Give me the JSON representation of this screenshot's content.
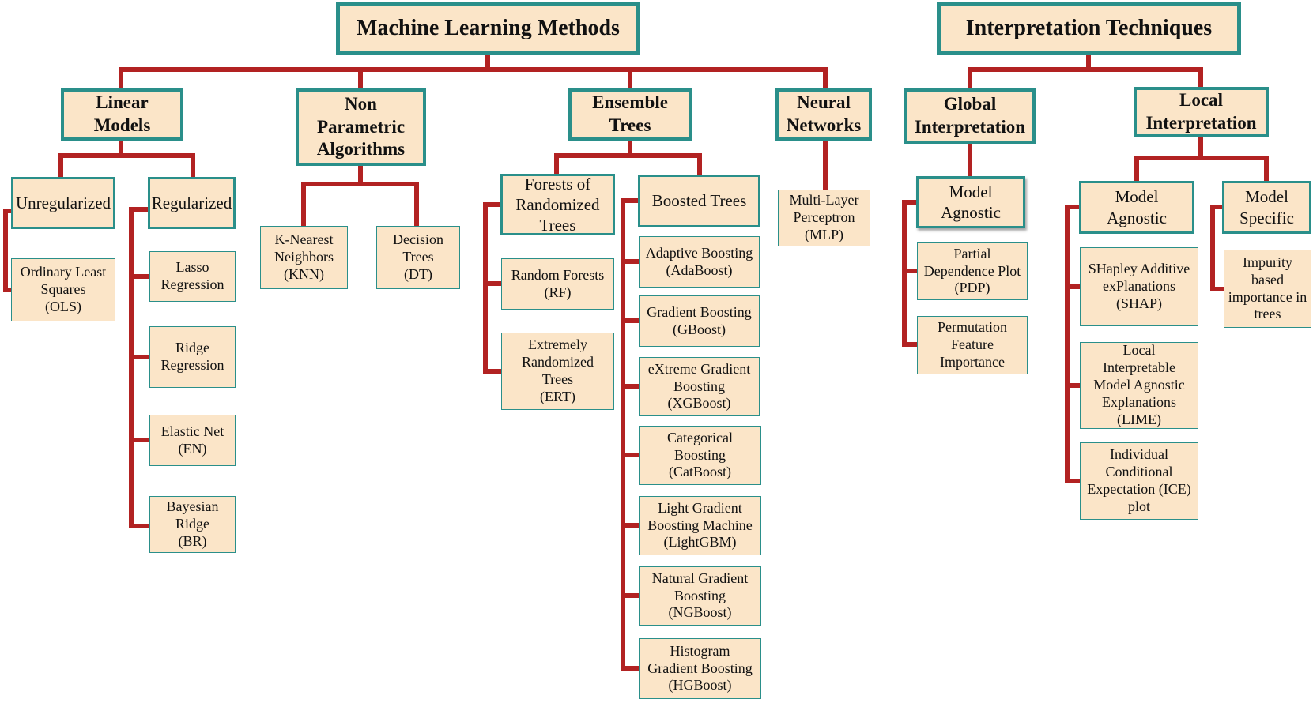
{
  "diagram": {
    "line_color": "#b22222",
    "border_color": "#2a8f8a",
    "box_fill": "#fbe5c8",
    "ml_methods": {
      "title": "Machine Learning Methods",
      "linear_models": {
        "title": "Linear\nModels",
        "unregularized": {
          "title": "Unregularized",
          "items": [
            "Ordinary Least\nSquares\n(OLS)"
          ]
        },
        "regularized": {
          "title": "Regularized",
          "items": [
            "Lasso\nRegression",
            "Ridge\nRegression",
            "Elastic Net\n(EN)",
            "Bayesian\nRidge\n(BR)"
          ]
        }
      },
      "non_parametric": {
        "title": "Non\nParametric\nAlgorithms",
        "items": [
          "K-Nearest\nNeighbors\n(KNN)",
          "Decision\nTrees\n(DT)"
        ]
      },
      "ensemble_trees": {
        "title": "Ensemble\nTrees",
        "forests": {
          "title": "Forests of\nRandomized\nTrees",
          "items": [
            "Random Forests\n(RF)",
            "Extremely\nRandomized\nTrees\n(ERT)"
          ]
        },
        "boosted": {
          "title": "Boosted Trees",
          "items": [
            "Adaptive Boosting\n(AdaBoost)",
            "Gradient Boosting\n(GBoost)",
            "eXtreme Gradient\nBoosting\n(XGBoost)",
            "Categorical\nBoosting\n(CatBoost)",
            "Light Gradient\nBoosting Machine\n(LightGBM)",
            "Natural Gradient\nBoosting\n(NGBoost)",
            "Histogram\nGradient Boosting\n(HGBoost)"
          ]
        }
      },
      "neural_networks": {
        "title": "Neural\nNetworks",
        "items": [
          "Multi-Layer\nPerceptron\n(MLP)"
        ]
      }
    },
    "interpretation": {
      "title": "Interpretation Techniques",
      "global": {
        "title": "Global\nInterpretation",
        "model_agnostic": {
          "title": "Model\nAgnostic",
          "items": [
            "Partial\nDependence Plot\n(PDP)",
            "Permutation\nFeature\nImportance"
          ]
        }
      },
      "local": {
        "title": "Local\nInterpretation",
        "model_agnostic": {
          "title": "Model\nAgnostic",
          "items": [
            "SHapley Additive\nexPlanations\n(SHAP)",
            "Local\nInterpretable\nModel Agnostic\nExplanations\n(LIME)",
            "Individual\nConditional\nExpectation (ICE)\nplot"
          ]
        },
        "model_specific": {
          "title": "Model\nSpecific",
          "items": [
            "Impurity\nbased\nimportance in\ntrees"
          ]
        }
      }
    }
  }
}
